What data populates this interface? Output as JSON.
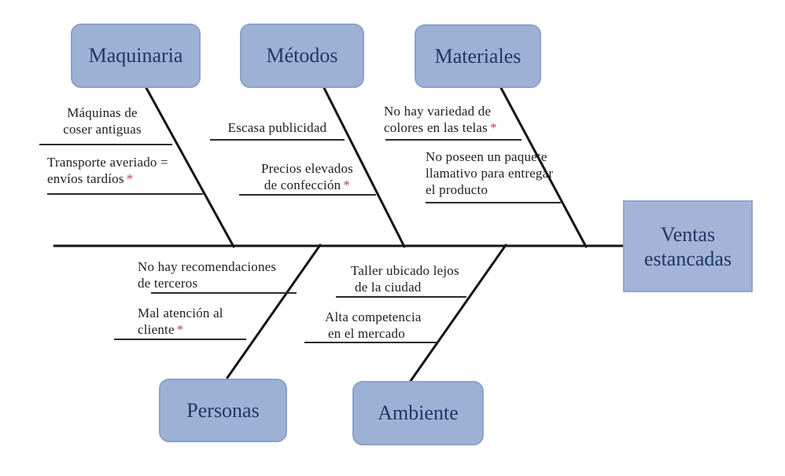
{
  "diagram": {
    "type": "fishbone-ishikawa",
    "effect": {
      "lines": [
        "Ventas",
        "estancadas"
      ]
    },
    "categories": [
      {
        "label": "Maquinaria"
      },
      {
        "label": "Métodos"
      },
      {
        "label": "Materiales"
      },
      {
        "label": "Personas"
      },
      {
        "label": "Ambiente"
      }
    ],
    "causes": {
      "maquinaria": [
        {
          "lines": [
            "Máquinas de",
            "coser antiguas"
          ],
          "starred": false
        },
        {
          "lines": [
            "Transporte averiado =",
            "envíos tardíos"
          ],
          "starred": true
        }
      ],
      "metodos": [
        {
          "lines": [
            "Escasa publicidad"
          ],
          "starred": false
        },
        {
          "lines": [
            "Precios elevados",
            "de confección"
          ],
          "starred": true
        }
      ],
      "materiales": [
        {
          "lines": [
            "No hay variedad de",
            "colores en las telas"
          ],
          "starred": true
        },
        {
          "lines": [
            "No poseen un paquete",
            "llamativo para entregar",
            "el producto"
          ],
          "starred": false
        }
      ],
      "personas": [
        {
          "lines": [
            "No hay recomendaciones",
            "de terceros"
          ],
          "starred": false
        },
        {
          "lines": [
            "Mal atención al",
            "cliente"
          ],
          "starred": true
        }
      ],
      "ambiente": [
        {
          "lines": [
            "Taller ubicado lejos",
            "de la ciudad"
          ],
          "starred": false
        },
        {
          "lines": [
            "Alta competencia",
            "en el mercado"
          ],
          "starred": false
        }
      ]
    }
  },
  "symbols": {
    "asterisk": "*"
  },
  "colors": {
    "category_box_fill": "#9db1d5",
    "category_box_border": "#8ca2c6",
    "effect_box_fill": "#a3b4d7",
    "box_text": "#1f3864",
    "cause_text": "#1e1e1e",
    "line": "#141414",
    "asterisk": "#c5414e",
    "background": "#ffffff"
  }
}
